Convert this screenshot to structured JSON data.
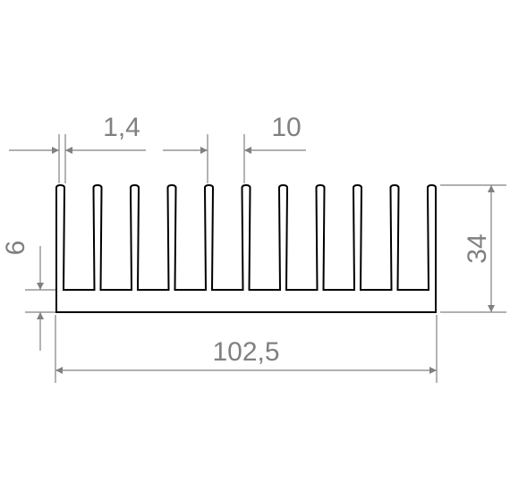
{
  "drawing": {
    "profile": "aluminium heatsink cross-section",
    "fin_count": 11,
    "line_color": "#000000",
    "dimension_color": "#808080",
    "dimensions": {
      "fin_thickness": "1,4",
      "fin_pitch": "10",
      "base_thickness": "6",
      "height": "34",
      "width": "102,5"
    }
  }
}
